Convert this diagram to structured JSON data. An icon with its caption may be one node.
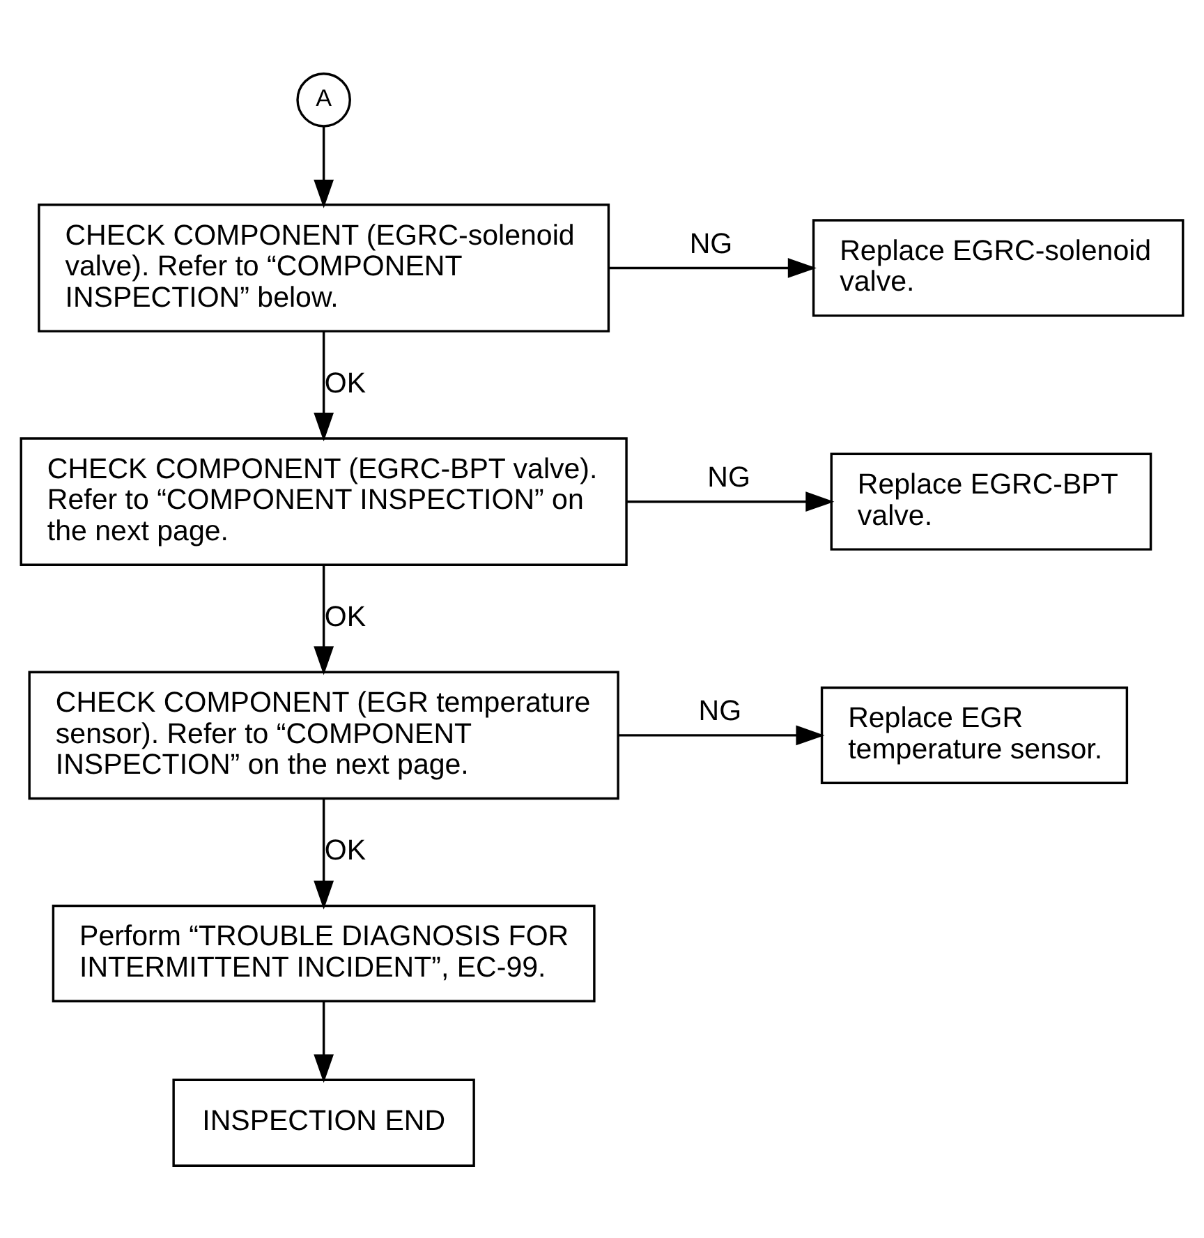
{
  "diagram": {
    "nodes": [
      {
        "text": [
          "A"
        ]
      },
      {
        "text": [
          "CHECK COMPONENT (EGRC-solenoid valve). Refer to “COMPONENT INSPECTION” below."
        ]
      },
      {
        "text": [
          "Replace EGRC-solenoid valve."
        ]
      },
      {
        "text": [
          "CHECK COMPONENT (EGRC-BPT valve). Refer to “COMPONENT INSPECTION” on the next page."
        ]
      },
      {
        "text": [
          "Replace EGRC-BPT valve."
        ]
      },
      {
        "text": [
          "CHECK COMPONENT (EGR temperature sensor). Refer to “COMPONENT INSPECTION” on the next page."
        ]
      },
      {
        "text": [
          "Replace EGR temperature sensor."
        ]
      },
      {
        "text": [
          "Perform “TROUBLE DIAGNOSIS FOR INTERMITTENT INCIDENT”, EC-99."
        ]
      },
      {
        "text": [
          "INSPECTION END"
        ]
      }
    ],
    "edges": [
      {
        "from": 0,
        "to": 1,
        "arrow": "to"
      },
      {
        "from": 1,
        "to": 2,
        "arrow": "to",
        "label": "NG"
      },
      {
        "from": 1,
        "to": 3,
        "arrow": "to",
        "label": "OK"
      },
      {
        "from": 3,
        "to": 4,
        "arrow": "to",
        "label": "NG"
      },
      {
        "from": 3,
        "to": 5,
        "arrow": "to",
        "label": "OK"
      },
      {
        "from": 5,
        "to": 6,
        "arrow": "to",
        "label": "NG"
      },
      {
        "from": 5,
        "to": 7,
        "arrow": "to",
        "label": "OK"
      },
      {
        "from": 7,
        "to": 8,
        "arrow": "to"
      }
    ]
  }
}
